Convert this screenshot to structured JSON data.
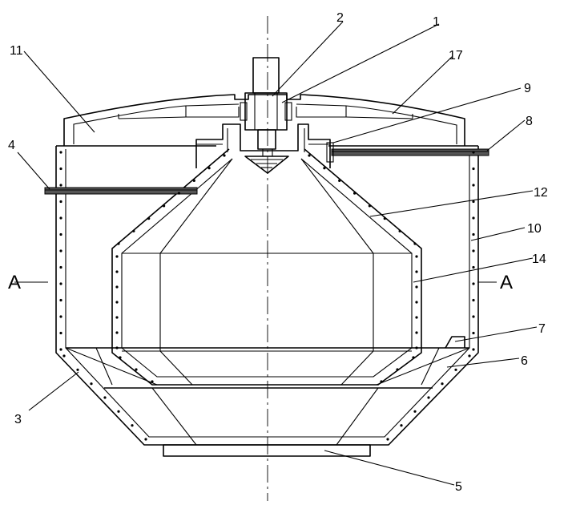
{
  "labels": {
    "l1": "1",
    "l2": "2",
    "l3": "3",
    "l4": "4",
    "l5": "5",
    "l6": "6",
    "l7": "7",
    "l8": "8",
    "l9": "9",
    "l10": "10",
    "l11": "11",
    "l12": "12",
    "l14": "14",
    "l17": "17",
    "sectionLeft": "A",
    "sectionRight": "A"
  }
}
